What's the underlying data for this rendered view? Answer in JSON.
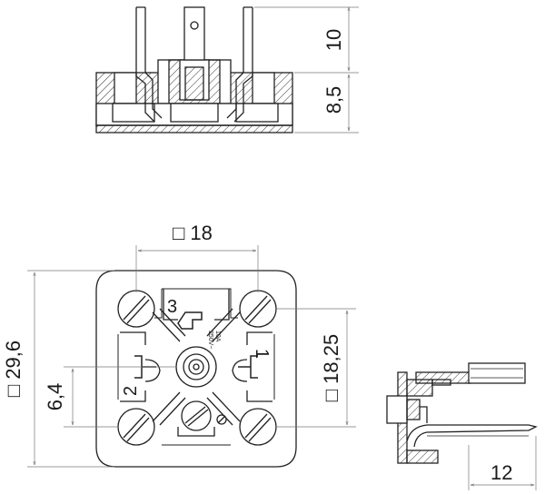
{
  "dimensions": {
    "top_pin_height": "10",
    "top_body_height": "8,5",
    "square_width": "□ 18",
    "overall_height": "□ 29,6",
    "screw_offset": "6,4",
    "square_height": "□ 18,25",
    "side_depth": "12"
  },
  "terminals": {
    "t1": "1",
    "t2": "2",
    "t3": "3"
  },
  "rating": {
    "current": "10A",
    "voltage": "250V~"
  }
}
